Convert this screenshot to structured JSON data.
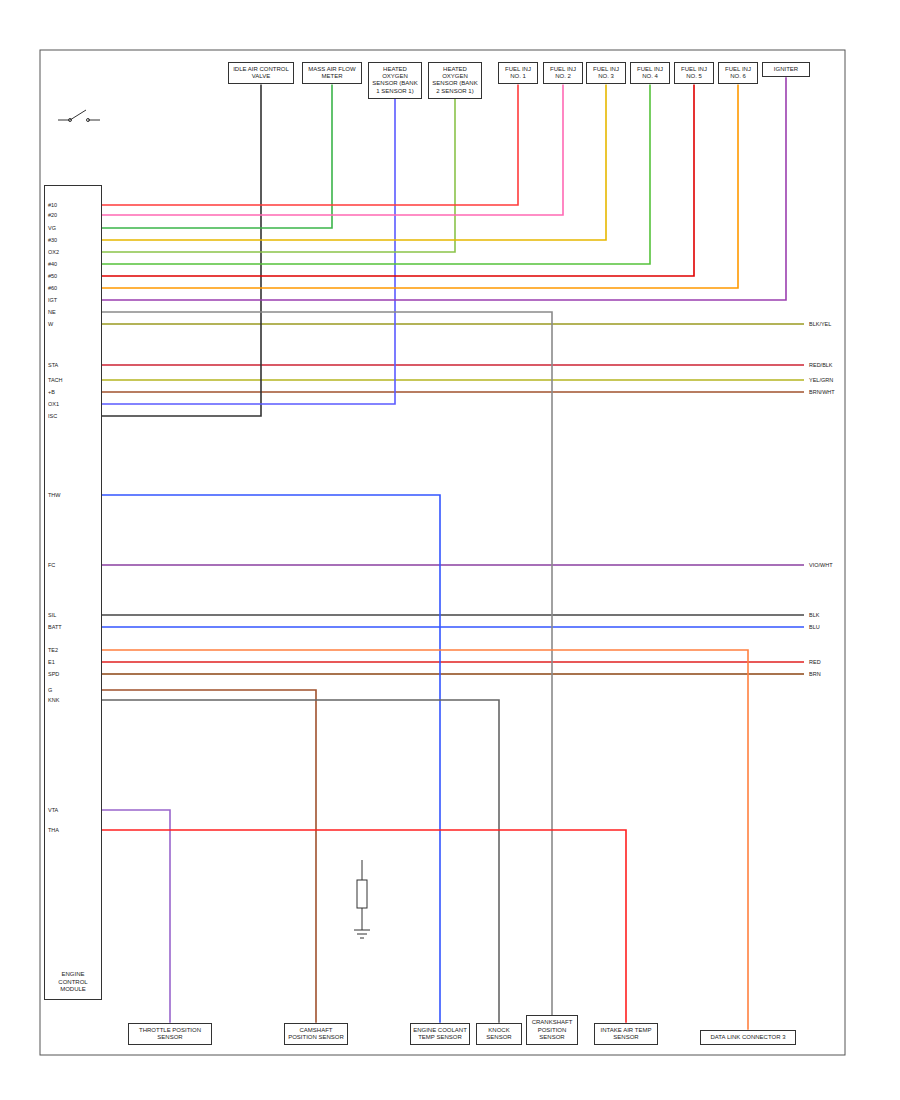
{
  "diagram": {
    "nodes": [
      {
        "text": [
          "ENGINE CONTROL MODULE"
        ]
      },
      {
        "text": [
          "IDLE AIR CONTROL VALVE"
        ]
      },
      {
        "text": [
          "MASS AIR FLOW METER"
        ]
      },
      {
        "text": [
          "HEATED OXYGEN SENSOR (BANK 1 SENSOR 1)"
        ]
      },
      {
        "text": [
          "HEATED OXYGEN SENSOR (BANK 2 SENSOR 1)"
        ]
      },
      {
        "text": [
          "FUEL INJ NO. 1"
        ]
      },
      {
        "text": [
          "FUEL INJ NO. 2"
        ]
      },
      {
        "text": [
          "FUEL INJ NO. 3"
        ]
      },
      {
        "text": [
          "FUEL INJ NO. 4"
        ]
      },
      {
        "text": [
          "FUEL INJ NO. 5"
        ]
      },
      {
        "text": [
          "FUEL INJ NO. 6"
        ]
      },
      {
        "text": [
          "IGNITER"
        ]
      },
      {
        "text": [
          "THROTTLE POSITION SENSOR"
        ]
      },
      {
        "text": [
          "CAMSHAFT POSITION SENSOR"
        ]
      },
      {
        "text": [
          "ENGINE COOLANT TEMP SENSOR"
        ]
      },
      {
        "text": [
          "KNOCK SENSOR"
        ]
      },
      {
        "text": [
          "CRANKSHAFT POSITION SENSOR"
        ]
      },
      {
        "text": [
          "INTAKE AIR TEMP SENSOR"
        ]
      },
      {
        "text": [
          "DATA LINK CONNECTOR 3"
        ]
      }
    ],
    "edges": [
      {
        "from": 0,
        "to": 1,
        "arrow": "none"
      },
      {
        "from": 0,
        "to": 2,
        "arrow": "none"
      },
      {
        "from": 0,
        "to": 3,
        "arrow": "none"
      },
      {
        "from": 0,
        "to": 4,
        "arrow": "none"
      },
      {
        "from": 0,
        "to": 5,
        "arrow": "none"
      },
      {
        "from": 0,
        "to": 6,
        "arrow": "none"
      },
      {
        "from": 0,
        "to": 7,
        "arrow": "none"
      },
      {
        "from": 0,
        "to": 8,
        "arrow": "none"
      },
      {
        "from": 0,
        "to": 9,
        "arrow": "none"
      },
      {
        "from": 0,
        "to": 10,
        "arrow": "none"
      },
      {
        "from": 0,
        "to": 11,
        "arrow": "none"
      },
      {
        "from": 0,
        "to": 16,
        "arrow": "none"
      },
      {
        "from": 0,
        "to": 14,
        "arrow": "none"
      },
      {
        "from": 0,
        "to": 18,
        "arrow": "none"
      },
      {
        "from": 0,
        "to": 13,
        "arrow": "none"
      },
      {
        "from": 0,
        "to": 15,
        "arrow": "none"
      },
      {
        "from": 0,
        "to": 12,
        "arrow": "none"
      },
      {
        "from": 0,
        "to": 17,
        "arrow": "none"
      }
    ],
    "labels": [
      "#10",
      "#20",
      "VG",
      "#30",
      "OX2",
      "#40",
      "#50",
      "#60",
      "IGT",
      "NE",
      "W",
      "STA",
      "TACH",
      "+B",
      "OX1",
      "ISC",
      "THW",
      "FC",
      "SIL",
      "BATT",
      "TE2",
      "E1",
      "SPD",
      "G",
      "KNK",
      "VTA",
      "THA",
      "BLK/YEL",
      "RED/BLK",
      "YEL/GRN",
      "BRN/WHT",
      "VIO/WHT",
      "BLK",
      "BLU",
      "RED",
      "BRN"
    ]
  }
}
